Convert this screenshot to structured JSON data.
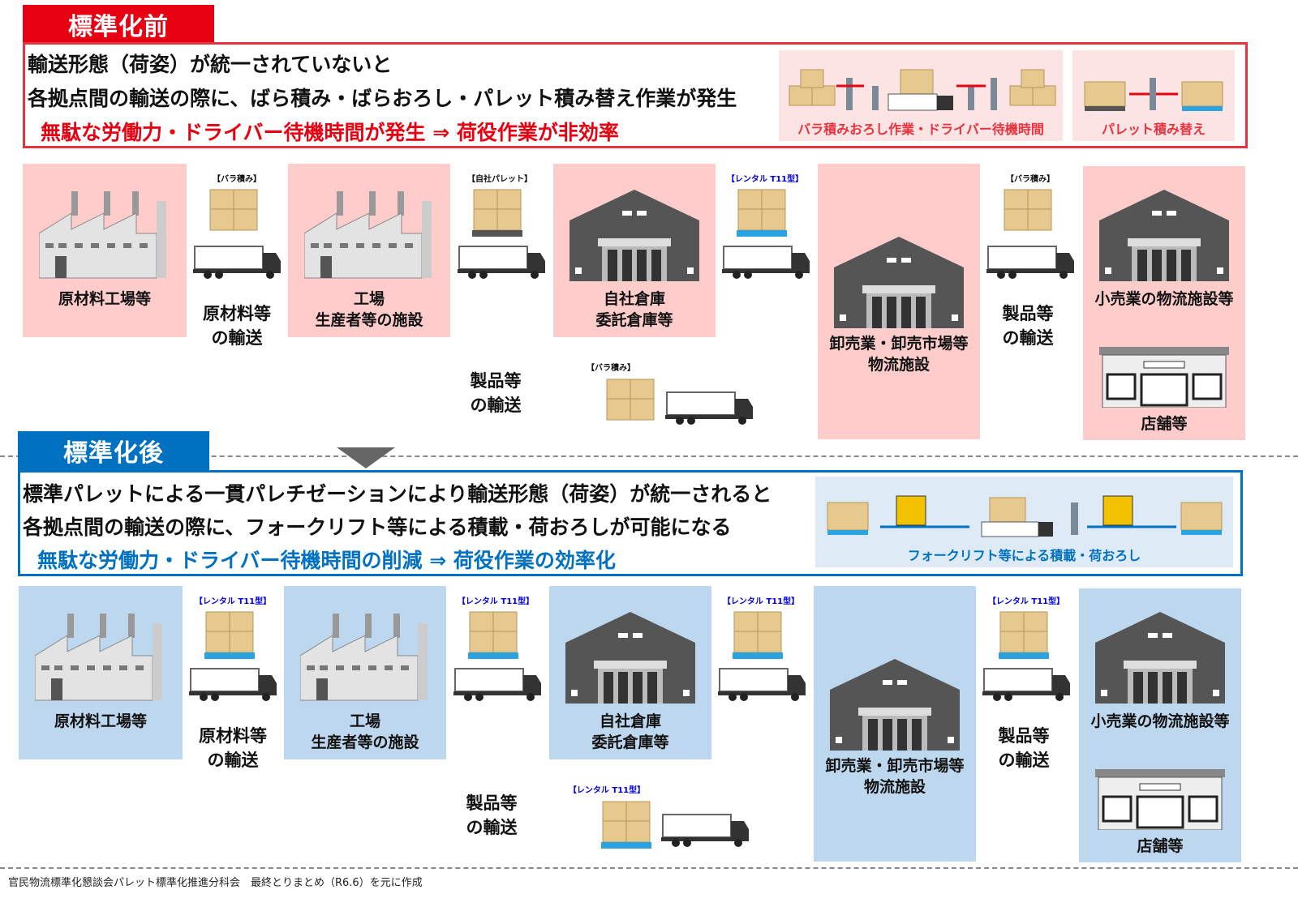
{
  "before": {
    "header": "標準化前",
    "lines": [
      "輸送形態（荷姿）が統一されていないと",
      "各拠点間の輸送の際に、ばら積み・ばらおろし・パレット積み替え作業が発生",
      "無駄な労働力・ドライバー待機時間が発生 ⇒ 荷役作業が非効率"
    ],
    "panels": [
      "バラ積みおろし作業・ドライバー待機時間",
      "パレット積み替え"
    ],
    "load_labels": [
      "【バラ積み】",
      "【自社パレット】",
      "【レンタル T11型】",
      "【バラ積み】",
      "【バラ積み】"
    ]
  },
  "after": {
    "header": "標準化後",
    "lines": [
      "標準パレットによる一貫パレチゼーションにより輸送形態（荷姿）が統一されると",
      "各拠点間の輸送の際に、フォークリフト等による積載・荷おろしが可能になる",
      "無駄な労働力・ドライバー待機時間の削減 ⇒ 荷役作業の効率化"
    ],
    "panels": [
      "フォークリフト等による積載・荷おろし"
    ],
    "load_labels": [
      "【レンタル T11型】",
      "【レンタル T11型】",
      "【レンタル T11型】",
      "【レンタル T11型】",
      "【レンタル T11型】"
    ]
  },
  "nodes": {
    "raw_factory": "原材料工場等",
    "factory": [
      "工場",
      "生産者等の施設"
    ],
    "own_warehouse": [
      "自社倉庫",
      "委託倉庫等"
    ],
    "wholesale": [
      "卸売業・卸売市場等",
      "物流施設"
    ],
    "retail_dc": "小売業の物流施設等",
    "store": "店舗等"
  },
  "transport": {
    "raw": [
      "原材料等",
      "の輸送"
    ],
    "product": [
      "製品等",
      "の輸送"
    ]
  },
  "colors": {
    "red": "#e60012",
    "blue": "#0070c0",
    "pink": "#ffcccc",
    "lightblue": "#bdd7ee"
  },
  "footer": "官民物流標準化懇談会パレット標準化推進分科会　最終とりまとめ（R6.6）を元に作成"
}
